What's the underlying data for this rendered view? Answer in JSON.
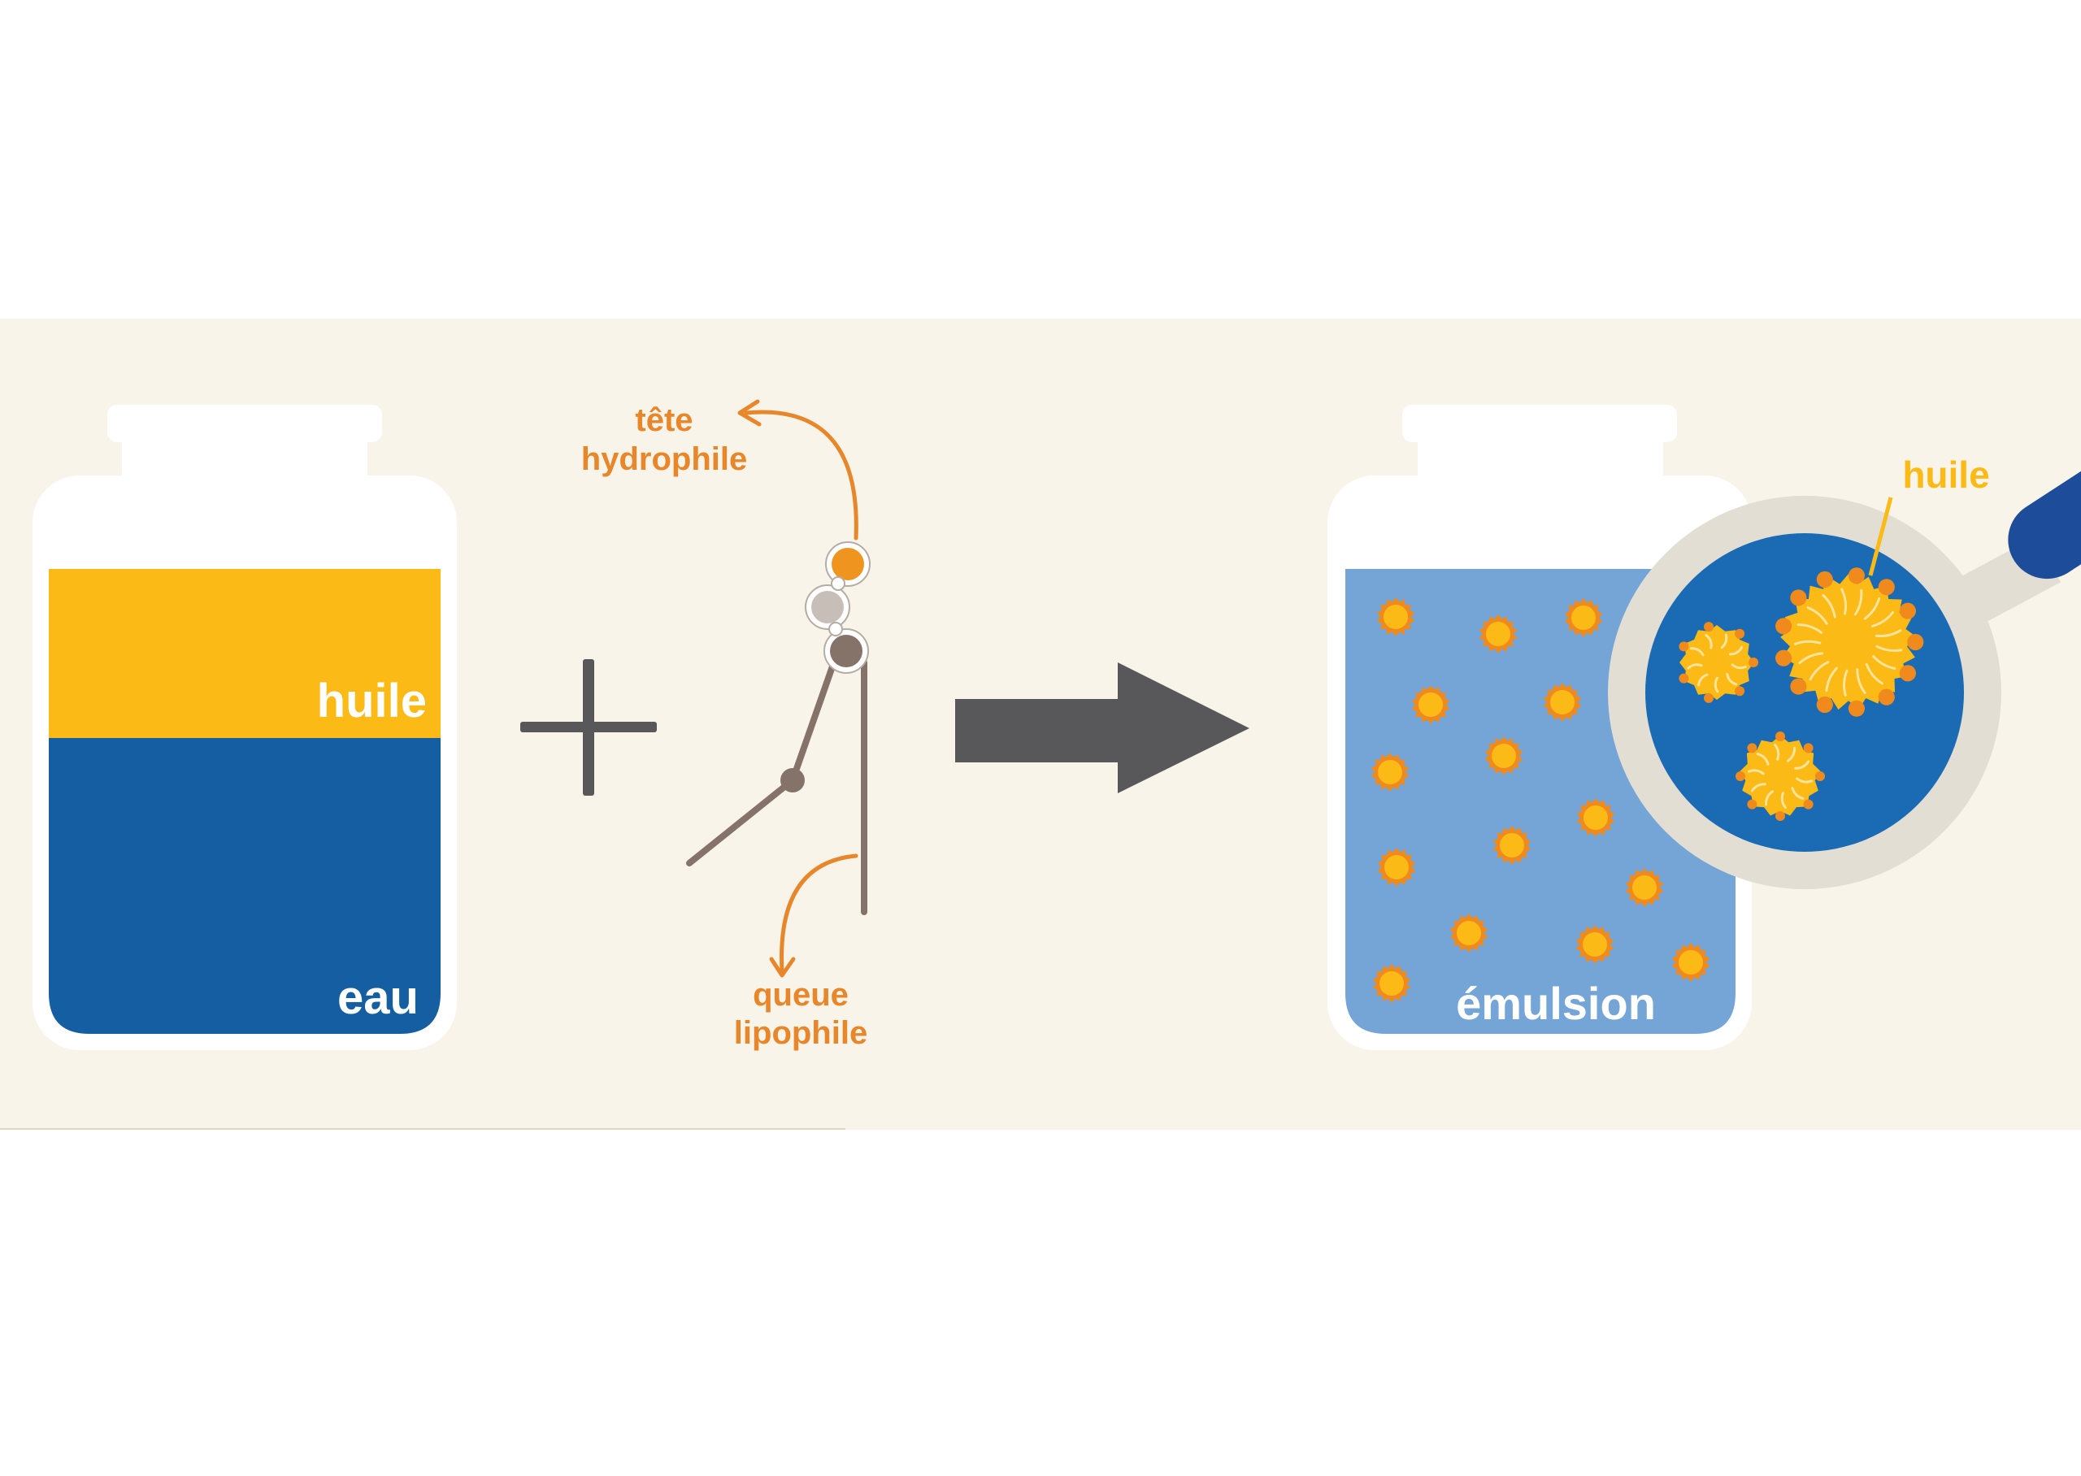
{
  "labels": {
    "oil": "huile",
    "water": "eau",
    "hydrophilic_head_line1": "tête",
    "hydrophilic_head_line2": "hydrophile",
    "lipophilic_tail_line1": "queue",
    "lipophilic_tail_line2": "lipophile",
    "emulsion": "émulsion",
    "oil_zoom": "huile"
  },
  "icons": {
    "plus": "plus-icon",
    "arrow": "right-arrow-icon",
    "magnifier": "magnifying-glass-icon"
  },
  "colors": {
    "band": "#f9f4ea",
    "jar": "#ffffff",
    "oil": "#fbba16",
    "water": "#155ea1",
    "emulsion_water": "#74a5d6",
    "droplet": "#fbba16",
    "droplet_rim": "#f08a1c",
    "label_orange": "#e8862a",
    "molecule_dark": "#857369",
    "plus_arrow": "#58585a",
    "lens_water": "#1a6bb4",
    "lens_ring": "#e3ded3",
    "handle": "#1d4c9a"
  }
}
